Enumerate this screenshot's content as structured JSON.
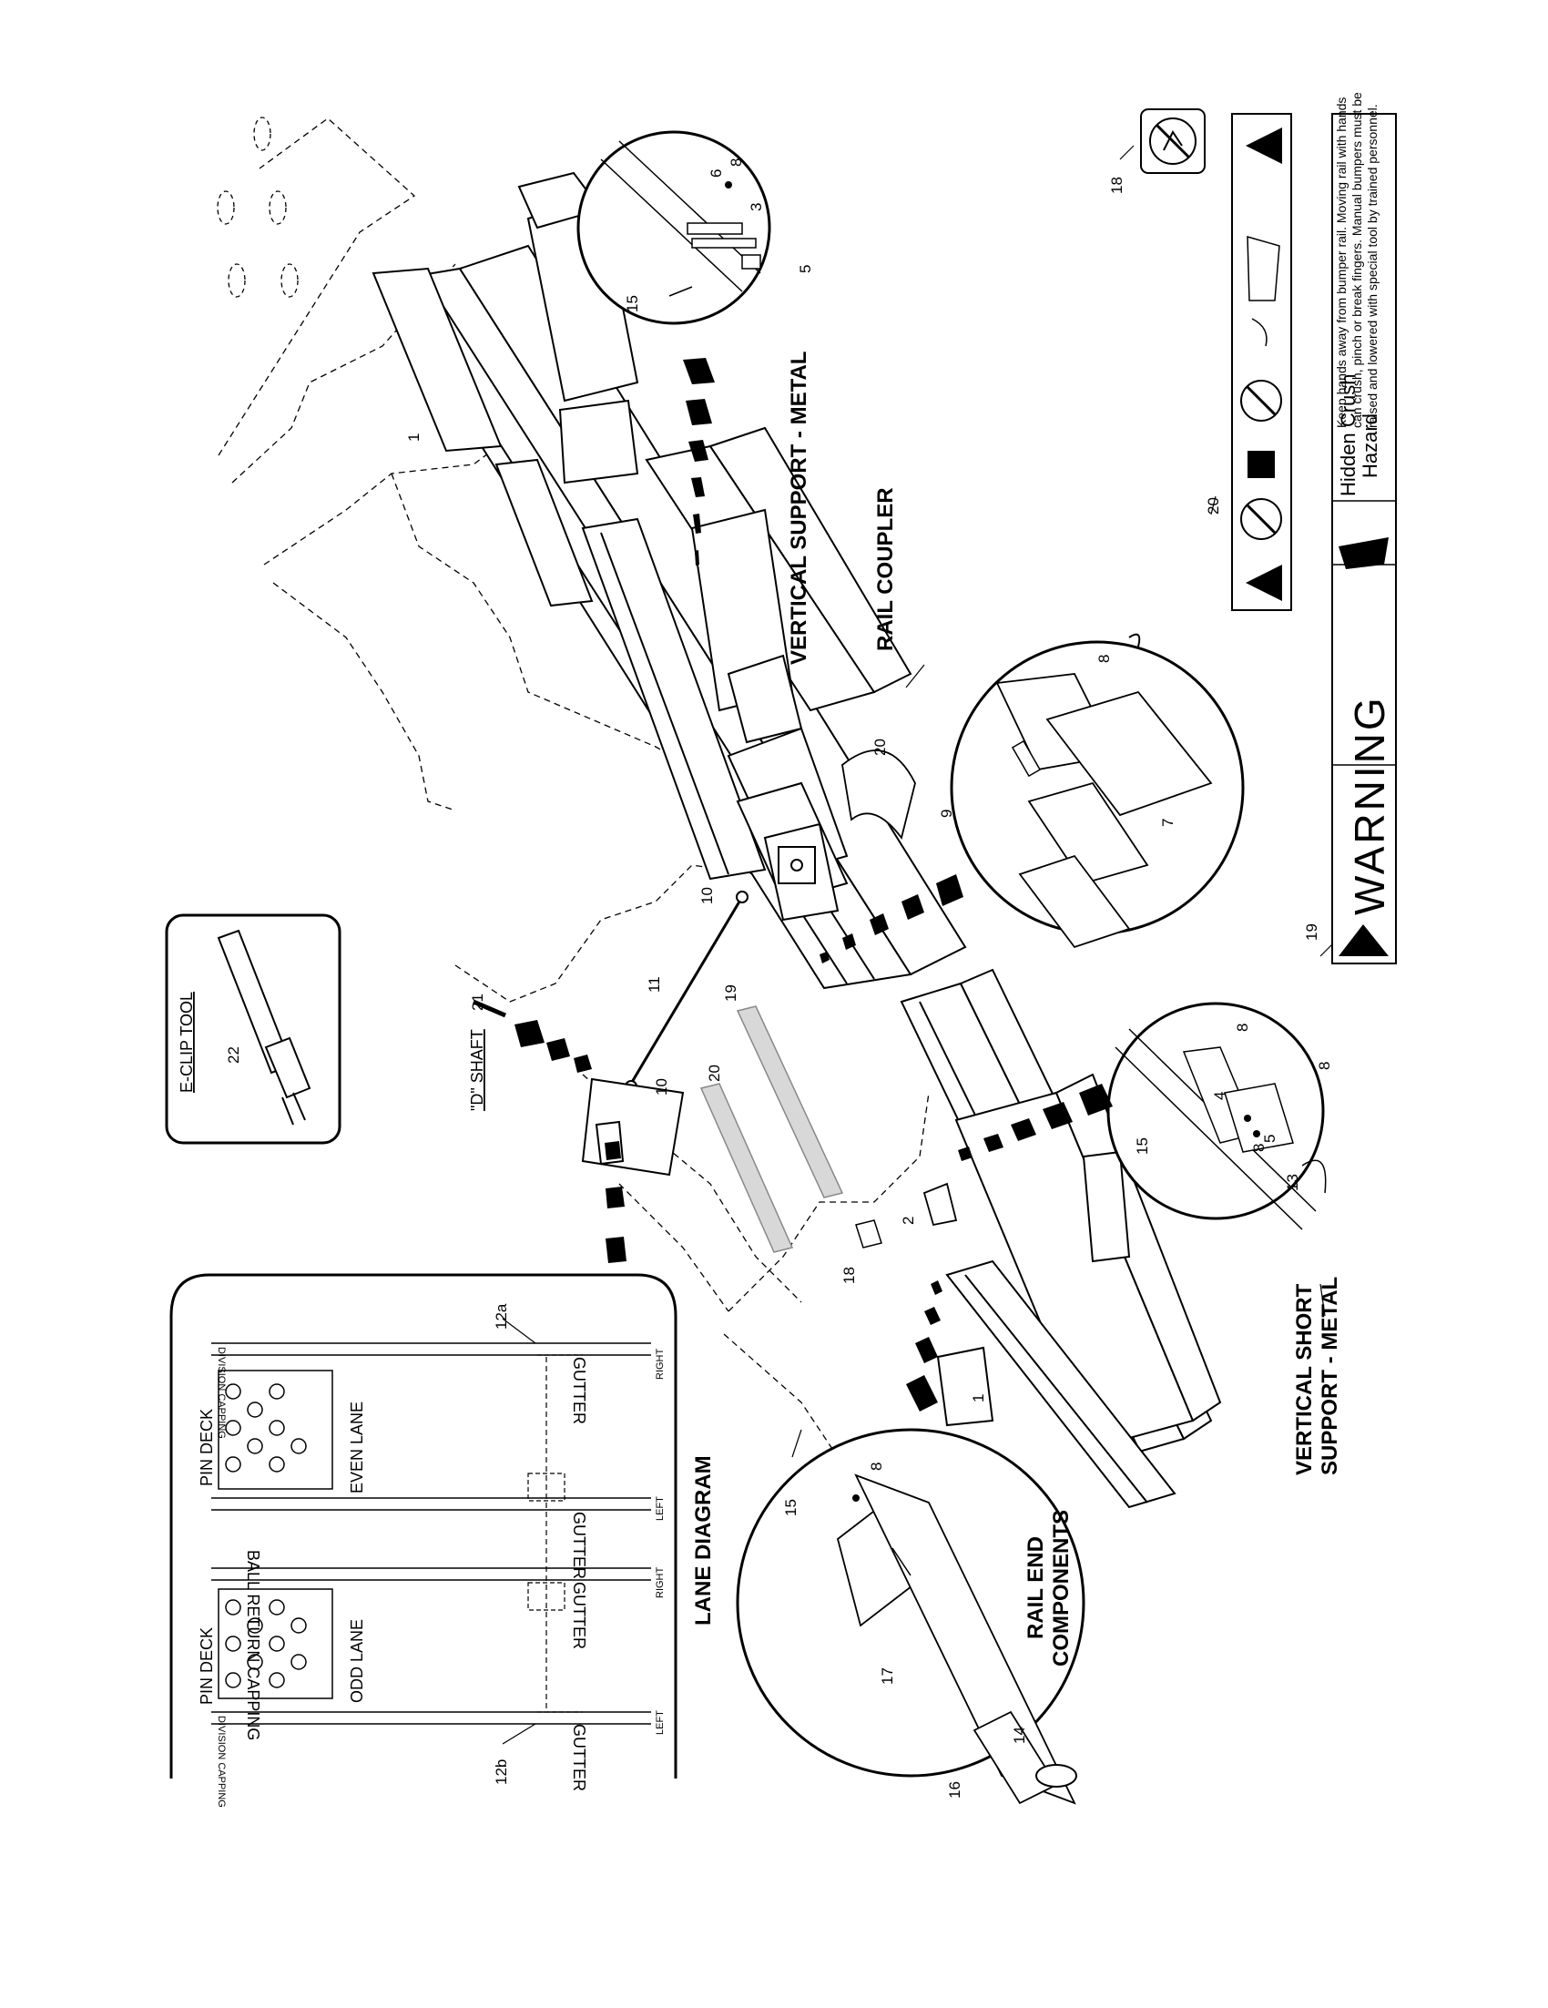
{
  "title_labels": {
    "vertical_support": "VERTICAL SUPPORT - METAL",
    "rail_coupler": "RAIL COUPLER",
    "vertical_short_1": "VERTICAL SHORT",
    "vertical_short_2": "SUPPORT - METAL",
    "rail_end_1": "RAIL END",
    "rail_end_2": "COMPONENTS",
    "lane_diagram": "LANE DIAGRAM",
    "d_shaft": "\"D\" SHAFT",
    "eclip_tool": "E-CLIP TOOL"
  },
  "callouts": {
    "c1a": "1",
    "c1b": "1",
    "c2": "2",
    "c3": "3",
    "c4": "4",
    "c5a": "5",
    "c5b": "5",
    "c6": "6",
    "c7": "7",
    "c8a": "8",
    "c8b": "8",
    "c8c": "8",
    "c8d": "8",
    "c8e": "8",
    "c8f": "8",
    "c9": "9",
    "c10a": "10",
    "c10b": "10",
    "c11": "11",
    "c12a": "12a",
    "c12b": "12b",
    "c13": "13",
    "c14": "14",
    "c15a": "15",
    "c15b": "15",
    "c15c": "15",
    "c16": "16",
    "c17": "17",
    "c18a": "18",
    "c18b": "18",
    "c19a": "19",
    "c19b": "19",
    "c20a": "20",
    "c20b": "20",
    "c20c": "20",
    "c21": "21",
    "c22": "22"
  },
  "lane_diagram": {
    "pin_deck_1": "PIN DECK",
    "pin_deck_2": "PIN DECK",
    "even_lane": "EVEN LANE",
    "odd_lane": "ODD LANE",
    "ball_return_capping": "BALL RETURN CAPPING",
    "division_capping_1": "DIVISION CAPPING",
    "division_capping_2": "DIVISION CAPPING",
    "gutter_1": "GUTTER",
    "gutter_2": "GUTTER",
    "gutter_3": "GUTTER",
    "gutter_4": "GUTTER",
    "right_1": "RIGHT",
    "left_1": "LEFT",
    "right_2": "RIGHT",
    "left_2": "LEFT"
  },
  "warning_label": {
    "word": "WARNING",
    "hidden_crush": "Hidden Crush",
    "hazard": "Hazard",
    "line1": "Keep hands away from bumper rail. Moving rail with hands",
    "line2": "can crush, pinch or break fingers. Manual bumpers must be",
    "line3": "raised and lowered with special tool by trained personnel."
  }
}
